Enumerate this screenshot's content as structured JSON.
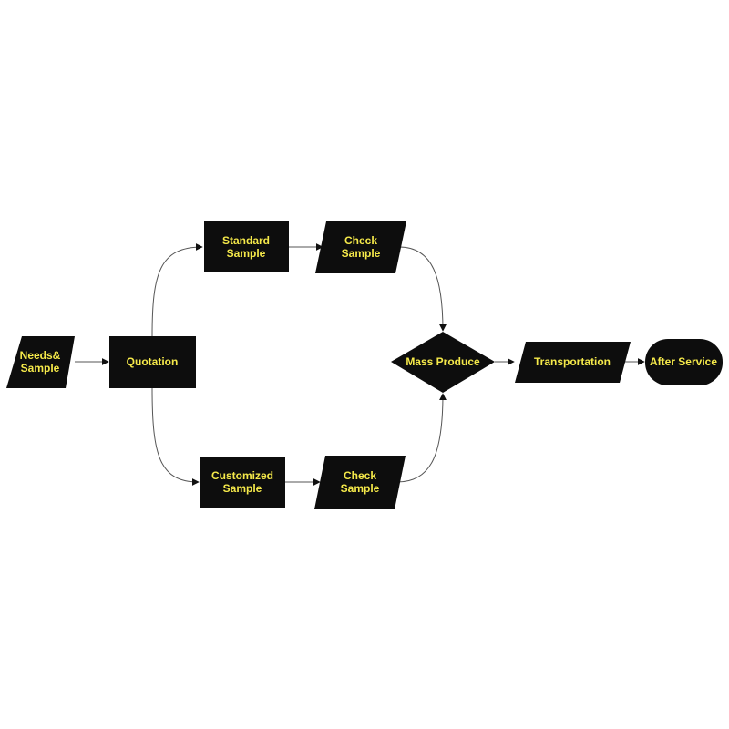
{
  "colors": {
    "node_fill": "#0d0d0d",
    "node_text": "#f5e94a",
    "edge": "#555555",
    "arrowhead": "#111111",
    "background": "#ffffff"
  },
  "nodes": {
    "needs": {
      "shape": "parallelogram",
      "lines": [
        "Needs&",
        "Sample"
      ]
    },
    "quotation": {
      "shape": "rectangle",
      "lines": [
        "Quotation"
      ]
    },
    "standard": {
      "shape": "rectangle",
      "lines": [
        "Standard",
        "Sample"
      ]
    },
    "check_top": {
      "shape": "parallelogram",
      "lines": [
        "Check",
        "Sample"
      ]
    },
    "customized": {
      "shape": "rectangle",
      "lines": [
        "Customized",
        "Sample"
      ]
    },
    "check_bottom": {
      "shape": "parallelogram",
      "lines": [
        "Check",
        "Sample"
      ]
    },
    "mass": {
      "shape": "diamond",
      "lines": [
        "Mass Produce"
      ]
    },
    "transport": {
      "shape": "parallelogram",
      "lines": [
        "Transportation"
      ]
    },
    "after": {
      "shape": "terminator",
      "lines": [
        "After Service"
      ]
    }
  },
  "edges": [
    {
      "from": "needs",
      "to": "quotation"
    },
    {
      "from": "quotation",
      "to": "standard"
    },
    {
      "from": "quotation",
      "to": "customized"
    },
    {
      "from": "standard",
      "to": "check_top"
    },
    {
      "from": "customized",
      "to": "check_bottom"
    },
    {
      "from": "check_top",
      "to": "mass"
    },
    {
      "from": "check_bottom",
      "to": "mass"
    },
    {
      "from": "mass",
      "to": "transport"
    },
    {
      "from": "transport",
      "to": "after"
    }
  ]
}
